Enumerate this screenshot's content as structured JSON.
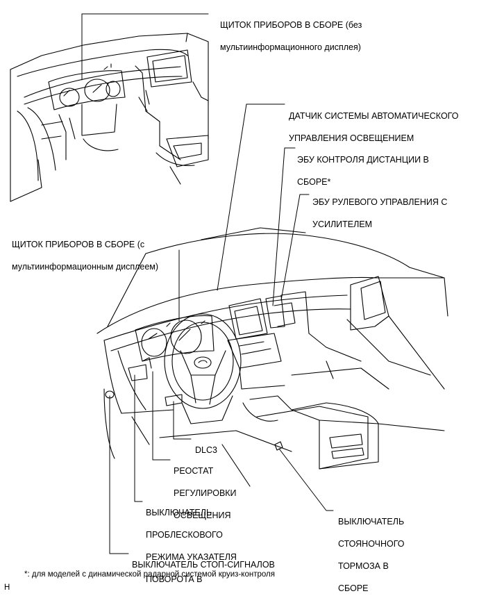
{
  "callouts": {
    "cluster_no_mid": [
      "ЩИТОК ПРИБОРОВ В СБОРЕ (без",
      "мультиинформационного дисплея)"
    ],
    "auto_light_sensor": [
      "ДАТЧИК СИСТЕМЫ АВТОМАТИЧЕСКОГО",
      "УПРАВЛЕНИЯ ОСВЕЩЕНИЕМ"
    ],
    "distance_ecu": [
      "ЭБУ КОНТРОЛЯ ДИСТАНЦИИ В",
      "СБОРЕ*"
    ],
    "power_steering_ecu": [
      "ЭБУ РУЛЕВОГО УПРАВЛЕНИЯ С",
      "УСИЛИТЕЛЕМ"
    ],
    "cluster_with_mid": [
      "ЩИТОК ПРИБОРОВ В СБОРЕ (с",
      "мультиинформационным дисплеем)"
    ],
    "dlc3": [
      "DLC3"
    ],
    "rheostat": [
      "РЕОСТАТ",
      "РЕГУЛИРОВКИ",
      "ОСВЕЩЕНИЯ"
    ],
    "hazard_switch": [
      "ВЫКЛЮЧАТЕЛЬ",
      "ПРОБЛЕСКОВОГО",
      "РЕЖИМА УКАЗАТЕЛЯ",
      "ПОВОРОТА В"
    ],
    "parking_brake_switch": [
      "ВЫКЛЮЧАТЕЛЬ",
      "СТОЯНОЧНОГО",
      "ТОРМОЗА В",
      "СБОРЕ"
    ],
    "stop_lamp_switch": [
      "ВЫКЛЮЧАТЕЛЬ СТОП-СИГНАЛОВ"
    ]
  },
  "footnote": "*: для моделей с динамической радарной системой круиз-контроля",
  "figure_code": "H"
}
